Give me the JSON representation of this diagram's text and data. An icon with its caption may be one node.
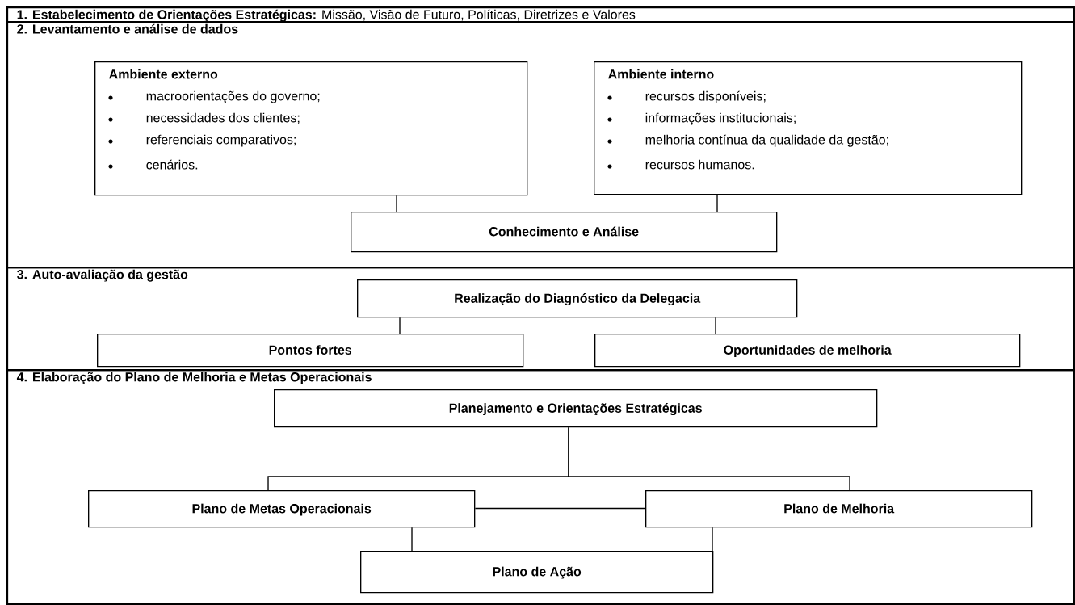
{
  "diagram": {
    "nodes": [
      {
        "text": [
          "**1. Estabelecimento de Orientações Estratégicas:** Missão, Visão de Futuro, Políticas, Diretrizes e Valores"
        ]
      },
      {
        "text": [
          "2. Levantamento e análise de dados"
        ]
      },
      {
        "text": [
          "Ambiente externo",
          "macroorientações do governo;",
          "necessidades dos clientes;",
          "referenciais comparativos;",
          "cenários."
        ],
        "in": 1
      },
      {
        "text": [
          "Ambiente interno",
          "recursos disponíveis;",
          "informações institucionais;",
          "melhoria contínua da qualidade da gestão;",
          "recursos humanos."
        ],
        "in": 1
      },
      {
        "text": [
          "Conhecimento e Análise"
        ],
        "in": 1
      },
      {
        "text": [
          "3. Auto-avaliação da gestão"
        ]
      },
      {
        "text": [
          "Realização do Diagnóstico da Delegacia"
        ],
        "in": 5
      },
      {
        "text": [
          "Pontos fortes"
        ],
        "in": 5
      },
      {
        "text": [
          "Oportunidades de melhoria"
        ],
        "in": 5
      },
      {
        "text": [
          "4. Elaboração do Plano de Melhoria e Metas Operacionais"
        ]
      },
      {
        "text": [
          "Planejamento e Orientações Estratégicas"
        ],
        "in": 9
      },
      {
        "text": [
          "Plano de Metas Operacionais"
        ],
        "in": 9
      },
      {
        "text": [
          "Plano de Melhoria"
        ],
        "in": 9
      },
      {
        "text": [
          "Plano de Ação"
        ],
        "in": 9
      }
    ],
    "edges": [
      {
        "from": 2,
        "to": 4,
        "arrow": "none"
      },
      {
        "from": 3,
        "to": 4,
        "arrow": "none"
      },
      {
        "from": 6,
        "to": 7,
        "arrow": "none"
      },
      {
        "from": 6,
        "to": 8,
        "arrow": "none"
      },
      {
        "from": 10,
        "to": 11,
        "arrow": "none"
      },
      {
        "from": 10,
        "to": 12,
        "arrow": "none"
      },
      {
        "from": 11,
        "to": 12,
        "arrow": "none"
      },
      {
        "from": 11,
        "to": 13,
        "arrow": "none"
      },
      {
        "from": 12,
        "to": 13,
        "arrow": "none"
      }
    ]
  }
}
